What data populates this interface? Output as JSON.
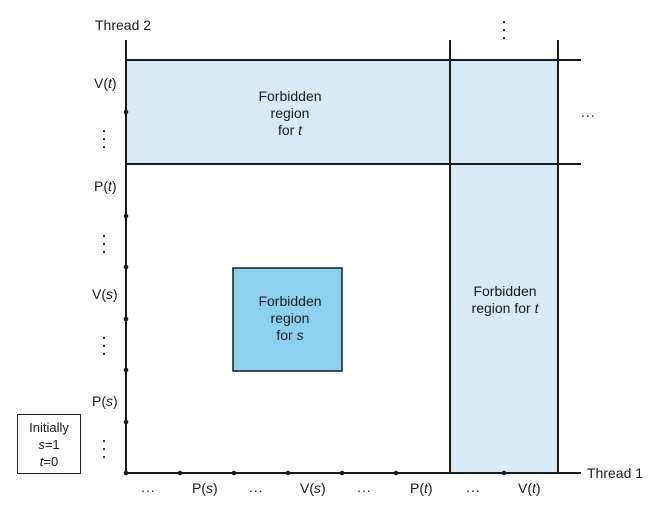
{
  "axes": {
    "x_label": "Thread 1",
    "y_label": "Thread 2"
  },
  "x_ticks": [
    "...",
    "P(s)",
    "...",
    "V(s)",
    "...",
    "P(t)",
    "...",
    "V(t)"
  ],
  "y_ticks": [
    "V(t)",
    "...",
    "P(t)",
    "...",
    "V(s)",
    "...",
    "P(s)",
    "..."
  ],
  "y_tick_parts": {
    "v_t": {
      "op": "V",
      "arg": "t"
    },
    "p_t": {
      "op": "P",
      "arg": "t"
    },
    "v_s": {
      "op": "V",
      "arg": "s"
    },
    "p_s": {
      "op": "P",
      "arg": "s"
    }
  },
  "x_tick_parts": {
    "p_s": {
      "op": "P",
      "arg": "s"
    },
    "v_s": {
      "op": "V",
      "arg": "s"
    },
    "p_t": {
      "op": "P",
      "arg": "t"
    },
    "v_t": {
      "op": "V",
      "arg": "t"
    }
  },
  "ellipsis": "...",
  "regions": {
    "top": {
      "line1": "Forbidden",
      "line2": "region",
      "line3_prefix": "for ",
      "line3_var": "t"
    },
    "middle": {
      "line1": "Forbidden",
      "line2": "region",
      "line3_prefix": "for ",
      "line3_var": "s"
    },
    "right": {
      "line1": "Forbidden",
      "line2_prefix": "region for ",
      "line2_var": "t"
    }
  },
  "initial_state": {
    "title": "Initially",
    "s_var": "s",
    "s_eq": "=1",
    "t_var": "t",
    "t_eq": "=0"
  },
  "colors": {
    "forbidden_t_fill": "#d6ebf7",
    "forbidden_s_fill": "#8dd1f1",
    "stroke": "#1a1a1a"
  }
}
